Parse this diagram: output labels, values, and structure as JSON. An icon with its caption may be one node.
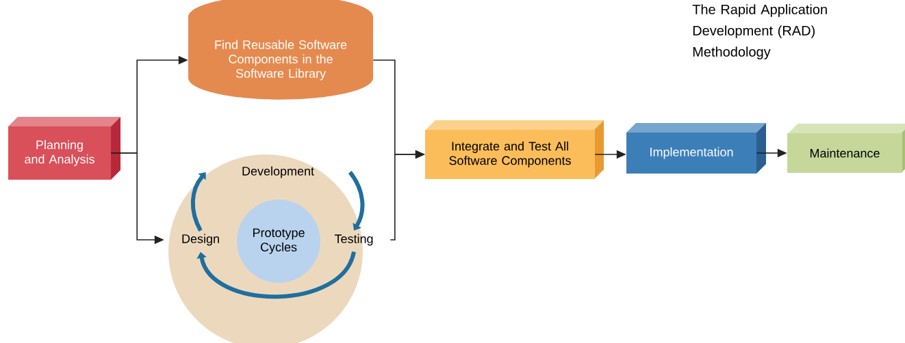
{
  "diagram": {
    "title": "The Rapid Application Development (RAD) Methodology",
    "nodes": [
      {
        "text": [
          "Planning and Analysis"
        ]
      },
      {
        "text": [
          "Find Reusable Software Components in the Software Library"
        ]
      },
      {
        "text": [],
        "shape": "circle"
      },
      {
        "text": [
          "Development"
        ],
        "in": 2
      },
      {
        "text": [
          "Design"
        ],
        "in": 2
      },
      {
        "text": [
          "Prototype Cycles"
        ],
        "in": 2
      },
      {
        "text": [
          "Testing"
        ],
        "in": 2
      },
      {
        "text": [
          "Integrate and Test All Software Components"
        ]
      },
      {
        "text": [
          "Implementation"
        ]
      },
      {
        "text": [
          "Maintenance"
        ]
      }
    ],
    "edges": [
      {
        "from": 0,
        "to": 1,
        "arrow": "to"
      },
      {
        "from": 0,
        "to": 4,
        "arrow": "to"
      },
      {
        "from": 1,
        "to": 7,
        "arrow": "to"
      },
      {
        "from": 6,
        "to": 7,
        "arrow": "to"
      },
      {
        "from": 7,
        "to": 8,
        "arrow": "to"
      },
      {
        "from": 8,
        "to": 9,
        "arrow": "to"
      },
      {
        "from": 4,
        "to": 3,
        "arrow": "to",
        "style": "thick",
        "color": "#1f6f9f"
      },
      {
        "from": 3,
        "to": 6,
        "arrow": "to",
        "style": "thick",
        "color": "#1f6f9f"
      },
      {
        "from": 6,
        "to": 4,
        "arrow": "to",
        "style": "thick",
        "color": "#1f6f9f"
      }
    ]
  }
}
